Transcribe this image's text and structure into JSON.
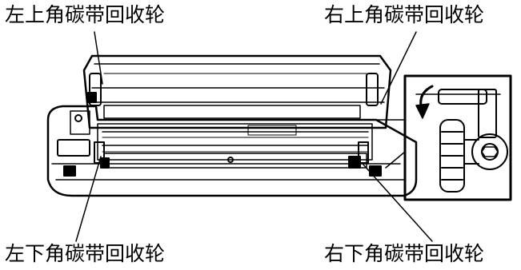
{
  "labels": {
    "top_left": "左上角碳带回收轮",
    "top_right": "右上角碳带回收轮",
    "bottom_left": "左下角碳带回收轮",
    "bottom_right": "右下角碳带回收轮"
  },
  "colors": {
    "line": "#000000",
    "background": "#ffffff"
  }
}
